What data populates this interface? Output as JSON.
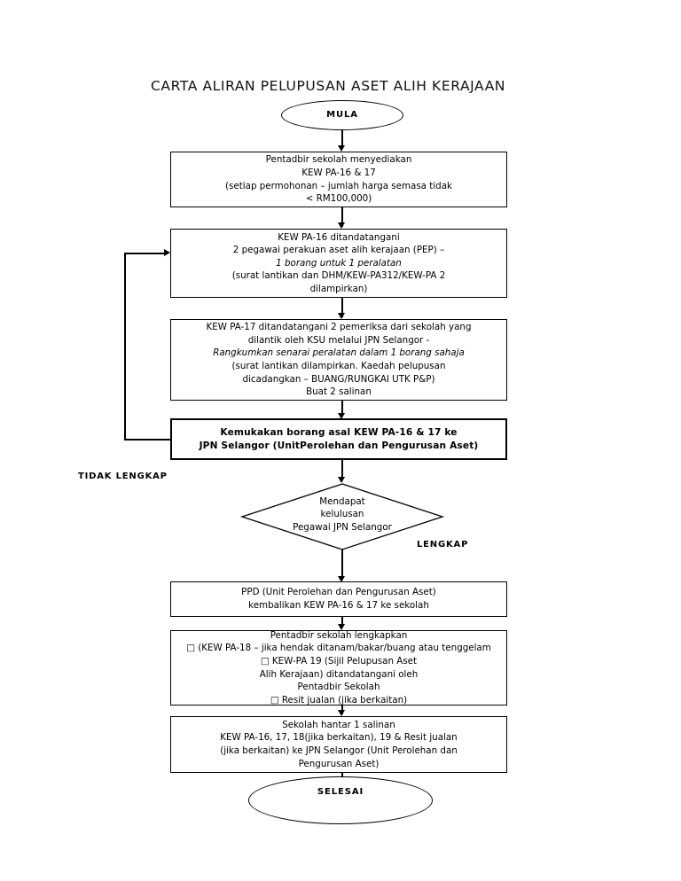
{
  "document": {
    "title": "CARTA ALIRAN PELUPUSAN ASET ALIH KERAJAAN"
  },
  "flowchart": {
    "type": "flowchart",
    "orientation": "top-to-bottom",
    "start": {
      "label": "MULA",
      "shape": "ellipse"
    },
    "end": {
      "label": "SELESAI",
      "shape": "ellipse"
    },
    "branch_labels": {
      "incomplete": "TIDAK LENGKAP",
      "complete": "LENGKAP"
    },
    "decision": {
      "shape": "diamond",
      "lines": [
        "Mendapat",
        "kelulusan",
        "Pegawai JPN Selangor"
      ]
    },
    "steps": [
      {
        "id": "step-1",
        "shape": "process",
        "bold": false,
        "lines": [
          {
            "text": "Pentadbir sekolah menyediakan",
            "italic": false
          },
          {
            "text": "KEW PA-16 & 17",
            "italic": false
          },
          {
            "text": "(setiap permohonan – jumlah harga semasa tidak",
            "italic": false
          },
          {
            "text": "< RM100,000)",
            "italic": false
          }
        ]
      },
      {
        "id": "step-2",
        "shape": "process",
        "bold": false,
        "lines": [
          {
            "text": "KEW PA-16 ditandatangani",
            "italic": false
          },
          {
            "text": "2 pegawai perakuan aset alih kerajaan (PEP) –",
            "italic": false
          },
          {
            "text": "1 borang untuk 1 peralatan",
            "italic": true
          },
          {
            "text": "(surat lantikan dan DHM/KEW-PA312/KEW-PA 2",
            "italic": false
          },
          {
            "text": "dilampirkan)",
            "italic": false
          }
        ]
      },
      {
        "id": "step-3",
        "shape": "process",
        "bold": false,
        "lines": [
          {
            "text": "KEW PA-17 ditandatangani 2 pemeriksa dari sekolah yang",
            "italic": false
          },
          {
            "text": "dilantik oleh KSU melalui JPN Selangor -",
            "italic": false
          },
          {
            "text": "Rangkumkan senarai peralatan dalam 1 borang sahaja",
            "italic": true
          },
          {
            "text": "(surat lantikan dilampirkan. Kaedah pelupusan",
            "italic": false
          },
          {
            "text": "dicadangkan – BUANG/RUNGKAI UTK P&P)",
            "italic": false
          },
          {
            "text": "Buat 2 salinan",
            "italic": false
          }
        ]
      },
      {
        "id": "step-4",
        "shape": "process",
        "bold": true,
        "lines": [
          {
            "text": "Kemukakan borang asal KEW PA-16 & 17 ke",
            "italic": false
          },
          {
            "text": "JPN Selangor (UnitPerolehan dan Pengurusan Aset)",
            "italic": false
          }
        ]
      },
      {
        "id": "step-5",
        "shape": "process",
        "bold": false,
        "lines": [
          {
            "text": "PPD (Unit Perolehan dan Pengurusan Aset)",
            "italic": false
          },
          {
            "text": "kembalikan KEW PA-16 & 17 ke sekolah",
            "italic": false
          }
        ]
      },
      {
        "id": "step-6",
        "shape": "process",
        "bold": false,
        "lines": [
          {
            "text": "Pentadbir sekolah lengkapkan",
            "italic": false
          },
          {
            "text": "□ (KEW PA-18 – jika hendak ditanam/bakar/buang atau tenggelam",
            "italic": false
          },
          {
            "text": "□ KEW-PA 19 (Sijil Pelupusan Aset",
            "italic": false
          },
          {
            "text": "Alih Kerajaan) ditandatangani oleh",
            "italic": false
          },
          {
            "text": "Pentadbir Sekolah",
            "italic": false
          },
          {
            "text": "□ Resit jualan (jika berkaitan)",
            "italic": false
          }
        ]
      },
      {
        "id": "step-7",
        "shape": "process",
        "bold": false,
        "lines": [
          {
            "text": "Sekolah hantar 1 salinan",
            "italic": false
          },
          {
            "text": "KEW PA-16, 17, 18(jika berkaitan), 19 & Resit jualan",
            "italic": false
          },
          {
            "text": "(jika berkaitan) ke JPN Selangor (Unit Perolehan dan",
            "italic": false
          },
          {
            "text": "Pengurusan Aset)",
            "italic": false
          }
        ]
      }
    ]
  }
}
